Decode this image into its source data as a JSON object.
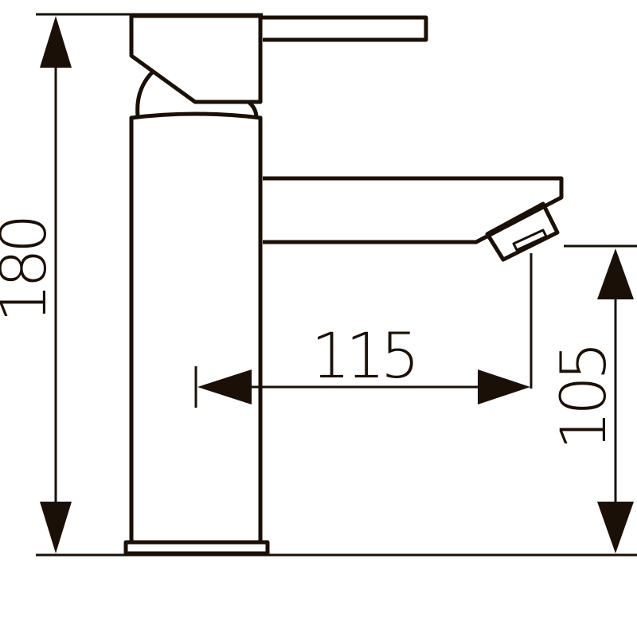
{
  "dimensions": {
    "total_height": "180",
    "spout_reach": "115",
    "spout_height": "105"
  },
  "colors": {
    "line": "#1a1008",
    "background": "#ffffff"
  }
}
